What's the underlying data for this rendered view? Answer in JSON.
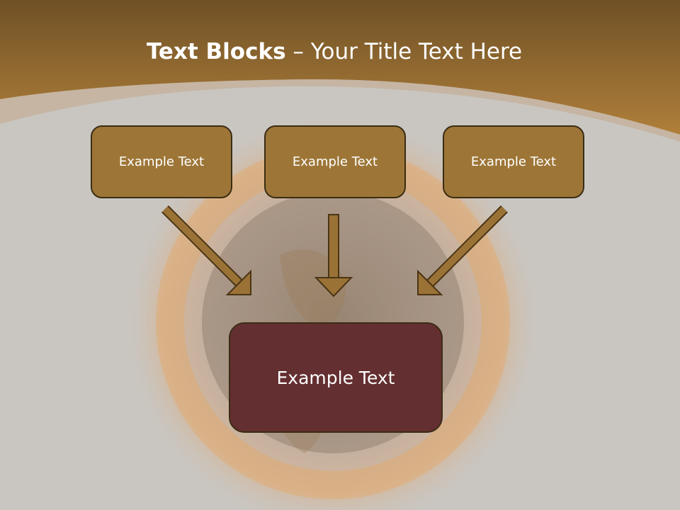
{
  "slide": {
    "title_bold": "Text Blocks",
    "title_dash": " – ",
    "title_rest": "Your Title Text Here",
    "boxes": [
      {
        "label": "Example Text"
      },
      {
        "label": "Example Text"
      },
      {
        "label": "Example Text"
      }
    ],
    "main_box": {
      "label": "Example Text"
    }
  },
  "colors": {
    "header": "#9b6e30",
    "box_fill": "#9d7637",
    "main_box_fill": "#642f31",
    "background": "#c9c6c1"
  },
  "icons": {
    "arrows": [
      "arrow-down-right-icon",
      "arrow-down-icon",
      "arrow-down-left-icon"
    ],
    "background_art": "burning-globe-icon"
  }
}
